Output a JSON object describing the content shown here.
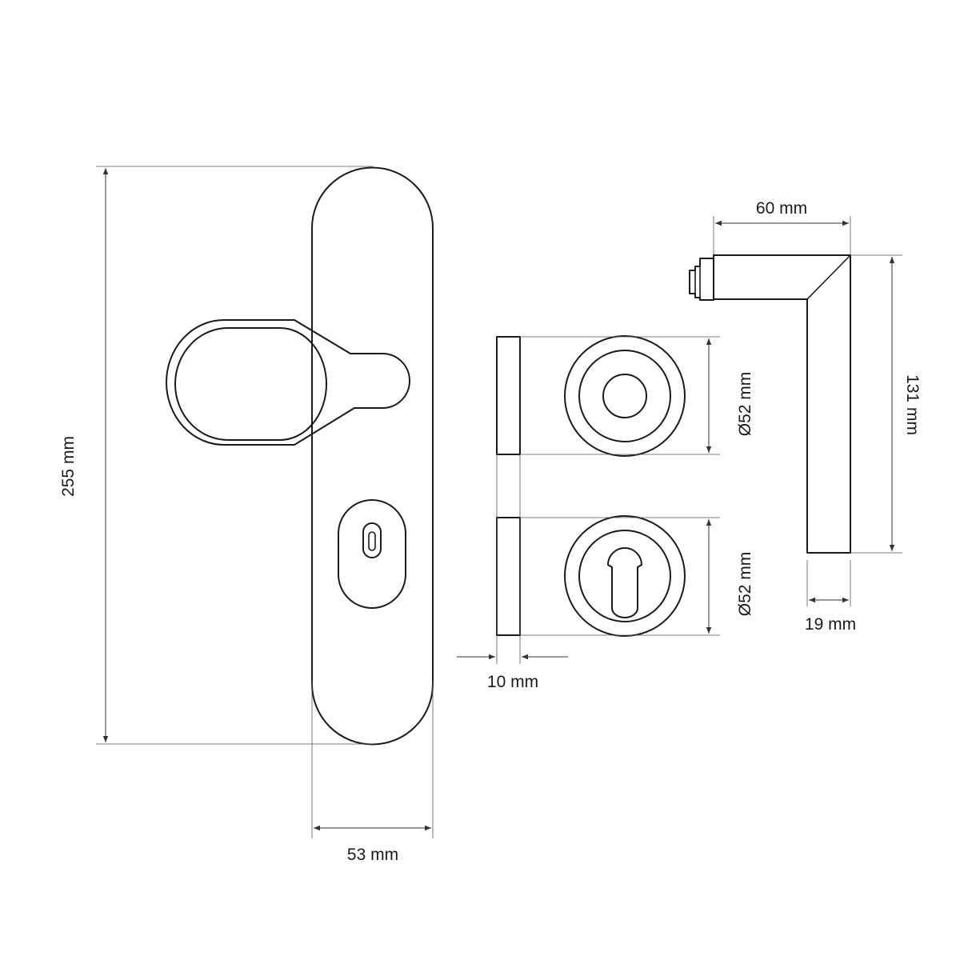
{
  "dimensions": {
    "plate_height": "255 mm",
    "plate_width": "53 mm",
    "rosette_thickness": "10 mm",
    "rosette_diameter_top": "Ø52 mm",
    "rosette_diameter_bottom": "Ø52 mm",
    "lever_length": "60 mm",
    "lever_height": "131 mm",
    "lever_width": "19 mm"
  },
  "colors": {
    "line": "#1a1a1a",
    "background": "#ffffff"
  }
}
